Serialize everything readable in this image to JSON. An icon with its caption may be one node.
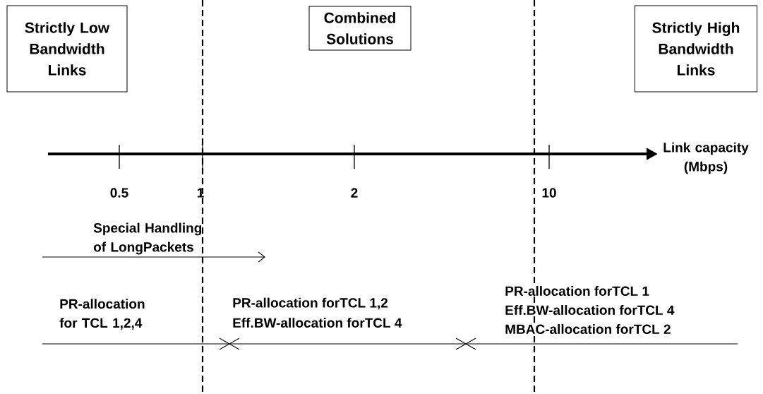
{
  "diagram": {
    "nodes": [
      {
        "text": [
          "Strictly Low Bandwidth Links"
        ]
      },
      {
        "text": [
          "Combined Solutions"
        ]
      },
      {
        "text": [
          "Strictly High Bandwidth Links"
        ]
      }
    ],
    "labels": [
      "Link capacity (Mbps)",
      "0.5",
      "1",
      "2",
      "10",
      "Special Handling of LongPackets",
      "PR-allocation for TCL 1,2,4",
      "PR-allocation forTCL 1,2",
      "Eff.BW-allocation forTCL 4",
      "PR-allocation forTCL 1",
      "Eff.BW-allocation forTCL 4",
      "MBAC-allocation forTCL 2"
    ]
  }
}
